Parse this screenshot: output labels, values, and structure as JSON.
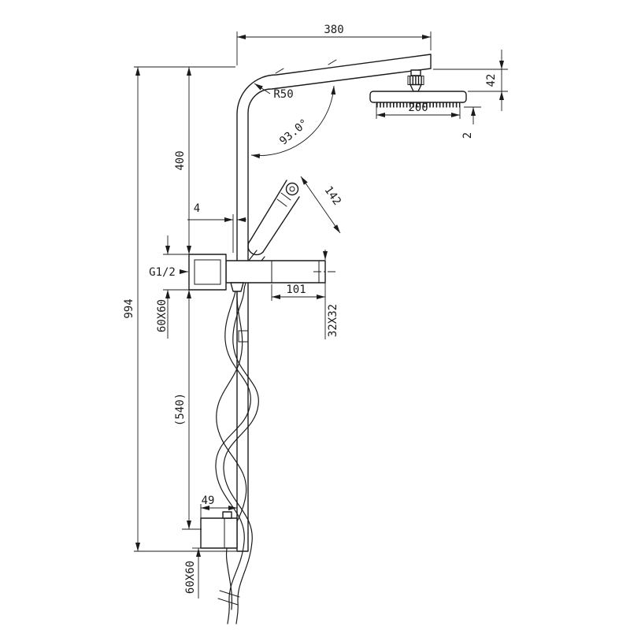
{
  "colors": {
    "line": "#1b1b1b",
    "background": "#ffffff"
  },
  "labels": {
    "d380": "380",
    "r50": "R50",
    "angle": "93.0°",
    "d400": "400",
    "d142": "142",
    "d4": "4",
    "g12": "G1/2",
    "d101": "101",
    "sq60_upper": "60X60",
    "sq32": "32X32",
    "d994": "994",
    "d540": "(540)",
    "d49": "49",
    "sq60_lower": "60X60",
    "d200": "200",
    "d42": "42",
    "d2": "2"
  }
}
